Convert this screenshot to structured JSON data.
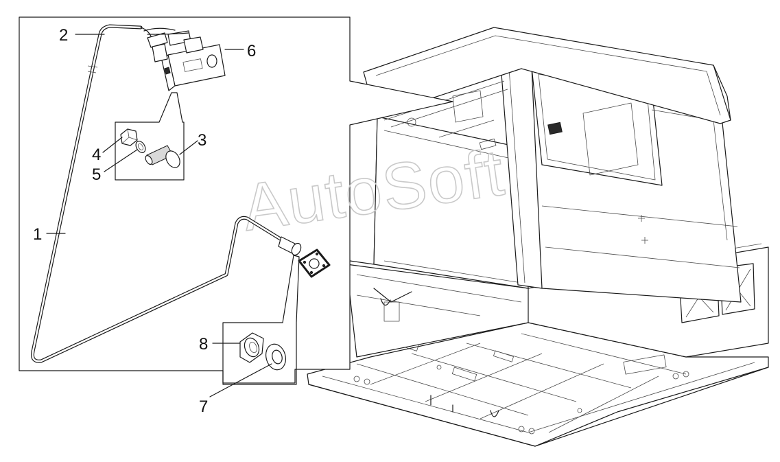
{
  "watermark": {
    "text": "AutoSoft"
  },
  "callouts": [
    {
      "id": "1",
      "label": "1"
    },
    {
      "id": "2",
      "label": "2"
    },
    {
      "id": "3",
      "label": "3"
    },
    {
      "id": "4",
      "label": "4"
    },
    {
      "id": "5",
      "label": "5"
    },
    {
      "id": "6",
      "label": "6"
    },
    {
      "id": "7",
      "label": "7"
    },
    {
      "id": "8",
      "label": "8"
    }
  ],
  "parts": [
    {
      "id": "1",
      "icon": "tube-icon"
    },
    {
      "id": "2",
      "icon": "tube-bend-icon"
    },
    {
      "id": "3",
      "icon": "bolt-icon"
    },
    {
      "id": "4",
      "icon": "nut-icon"
    },
    {
      "id": "5",
      "icon": "ring-icon"
    },
    {
      "id": "6",
      "icon": "control-unit-icon"
    },
    {
      "id": "7",
      "icon": "washer-icon"
    },
    {
      "id": "8",
      "icon": "nut-icon"
    }
  ]
}
